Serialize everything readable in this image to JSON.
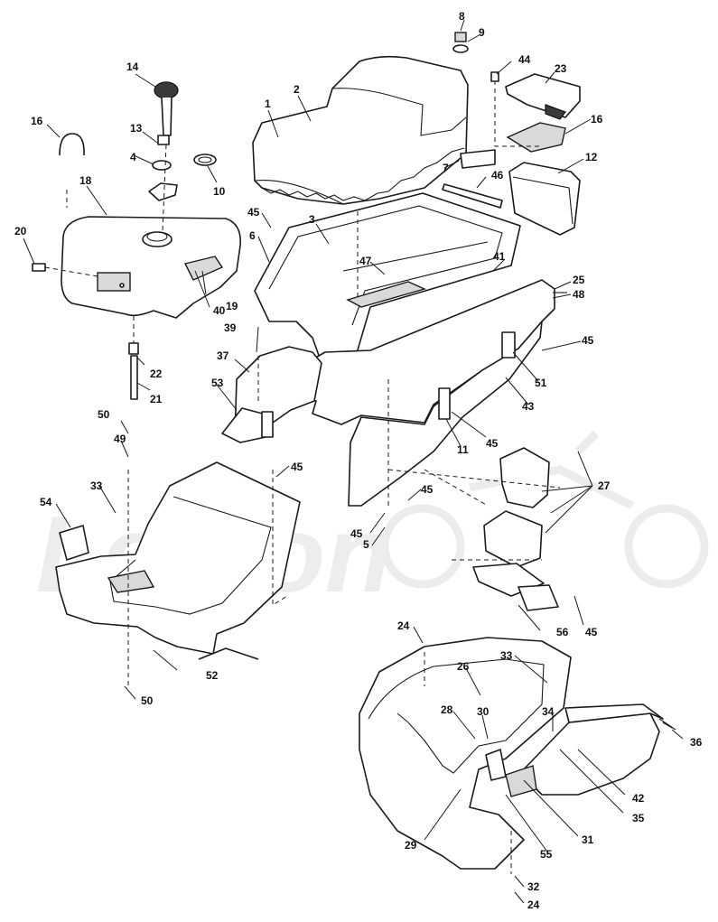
{
  "callouts": [
    {
      "n": "1"
    },
    {
      "n": "2"
    },
    {
      "n": "3"
    },
    {
      "n": "4"
    },
    {
      "n": "5"
    },
    {
      "n": "6"
    },
    {
      "n": "7"
    },
    {
      "n": "8"
    },
    {
      "n": "9"
    },
    {
      "n": "10"
    },
    {
      "n": "11"
    },
    {
      "n": "12"
    },
    {
      "n": "13"
    },
    {
      "n": "14"
    },
    {
      "n": "16"
    },
    {
      "n": "16"
    },
    {
      "n": "18"
    },
    {
      "n": "19"
    },
    {
      "n": "20"
    },
    {
      "n": "21"
    },
    {
      "n": "22"
    },
    {
      "n": "23"
    },
    {
      "n": "24"
    },
    {
      "n": "24"
    },
    {
      "n": "25"
    },
    {
      "n": "26"
    },
    {
      "n": "27"
    },
    {
      "n": "28"
    },
    {
      "n": "29"
    },
    {
      "n": "30"
    },
    {
      "n": "31"
    },
    {
      "n": "32"
    },
    {
      "n": "33"
    },
    {
      "n": "33"
    },
    {
      "n": "34"
    },
    {
      "n": "35"
    },
    {
      "n": "36"
    },
    {
      "n": "37"
    },
    {
      "n": "39"
    },
    {
      "n": "40"
    },
    {
      "n": "41"
    },
    {
      "n": "42"
    },
    {
      "n": "43"
    },
    {
      "n": "44"
    },
    {
      "n": "45"
    },
    {
      "n": "45"
    },
    {
      "n": "45"
    },
    {
      "n": "45"
    },
    {
      "n": "45"
    },
    {
      "n": "45"
    },
    {
      "n": "45"
    },
    {
      "n": "46"
    },
    {
      "n": "47"
    },
    {
      "n": "48"
    },
    {
      "n": "49"
    },
    {
      "n": "50"
    },
    {
      "n": "50"
    },
    {
      "n": "51"
    },
    {
      "n": "52"
    },
    {
      "n": "53"
    },
    {
      "n": "54"
    },
    {
      "n": "55"
    },
    {
      "n": "56"
    }
  ],
  "watermark": {
    "text": "Lemon"
  },
  "colors": {
    "line": "#1a1a1a",
    "background": "#ffffff",
    "watermark": "#ececec"
  }
}
